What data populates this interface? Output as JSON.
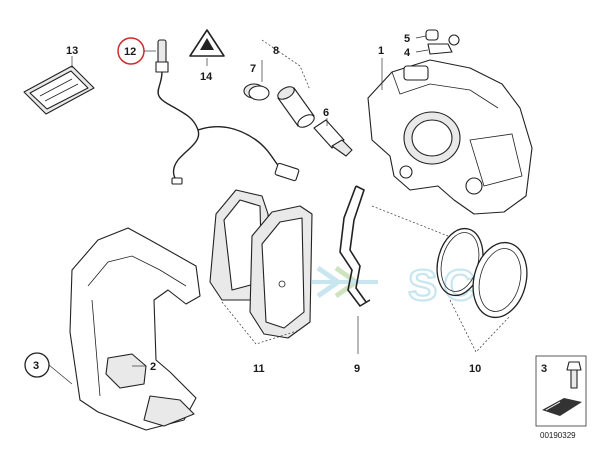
{
  "diagram": {
    "callouts": {
      "n1": "1",
      "n2": "2",
      "n3": "3",
      "n4": "4",
      "n5": "5",
      "n6": "6",
      "n7": "7",
      "n8": "8",
      "n9": "9",
      "n10": "10",
      "n11": "11",
      "n12": "12",
      "n13": "13",
      "n14": "14"
    },
    "highlight_color": "#d62828",
    "watermark": "SCC",
    "inset": {
      "label": "3"
    },
    "drawing_code": "00190329"
  }
}
